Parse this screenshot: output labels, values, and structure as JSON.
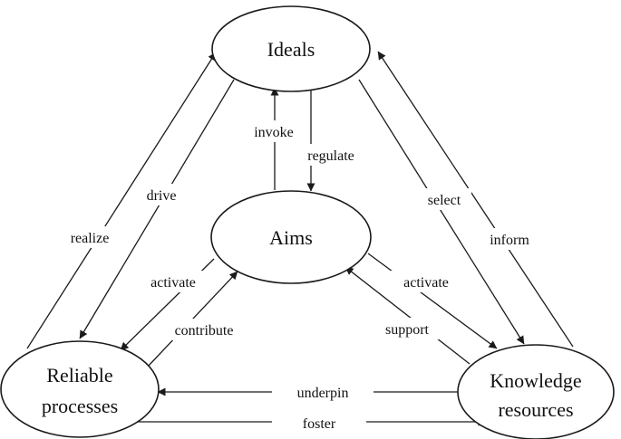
{
  "nodes": {
    "ideals": "Ideals",
    "aims": "Aims",
    "reliable_line1": "Reliable",
    "reliable_line2": "processes",
    "knowledge_line1": "Knowledge",
    "knowledge_line2": "resources"
  },
  "edges": {
    "realize": "realize",
    "drive": "drive",
    "invoke": "invoke",
    "regulate": "regulate",
    "select": "select",
    "inform": "inform",
    "activate_left": "activate",
    "contribute": "contribute",
    "activate_right": "activate",
    "support": "support",
    "underpin": "underpin",
    "foster": "foster"
  },
  "colors": {
    "stroke": "#1a1a1a",
    "text": "#111111",
    "background": "#ffffff"
  }
}
